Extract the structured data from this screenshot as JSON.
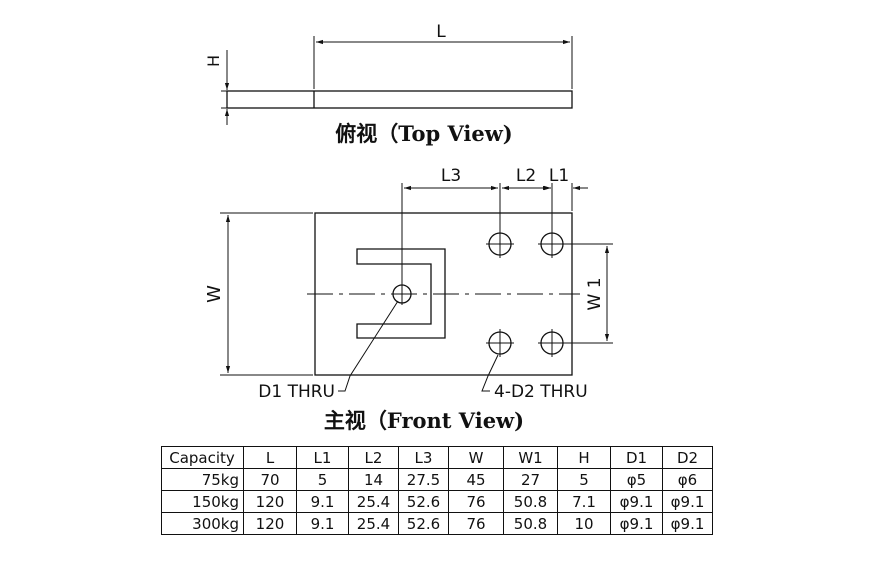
{
  "top_view": {
    "title": "俯视（Top View)",
    "dim_L": "L",
    "dim_H": "H"
  },
  "front_view": {
    "title": "主视（Front View)",
    "dim_W": "W",
    "dim_W1": "W 1",
    "dim_L1": "L1",
    "dim_L2": "L2",
    "dim_L3": "L3",
    "callout_d1": "D1 THRU",
    "callout_d2": "4-D2 THRU"
  },
  "spec_table": {
    "headers": [
      "Capacity",
      "L",
      "L1",
      "L2",
      "L3",
      "W",
      "W1",
      "H",
      "D1",
      "D2"
    ],
    "rows": [
      [
        "75kg",
        "70",
        "5",
        "14",
        "27.5",
        "45",
        "27",
        "5",
        "φ5",
        "φ6"
      ],
      [
        "150kg",
        "120",
        "9.1",
        "25.4",
        "52.6",
        "76",
        "50.8",
        "7.1",
        "φ9.1",
        "φ9.1"
      ],
      [
        "300kg",
        "120",
        "9.1",
        "25.4",
        "52.6",
        "76",
        "50.8",
        "10",
        "φ9.1",
        "φ9.1"
      ]
    ]
  }
}
